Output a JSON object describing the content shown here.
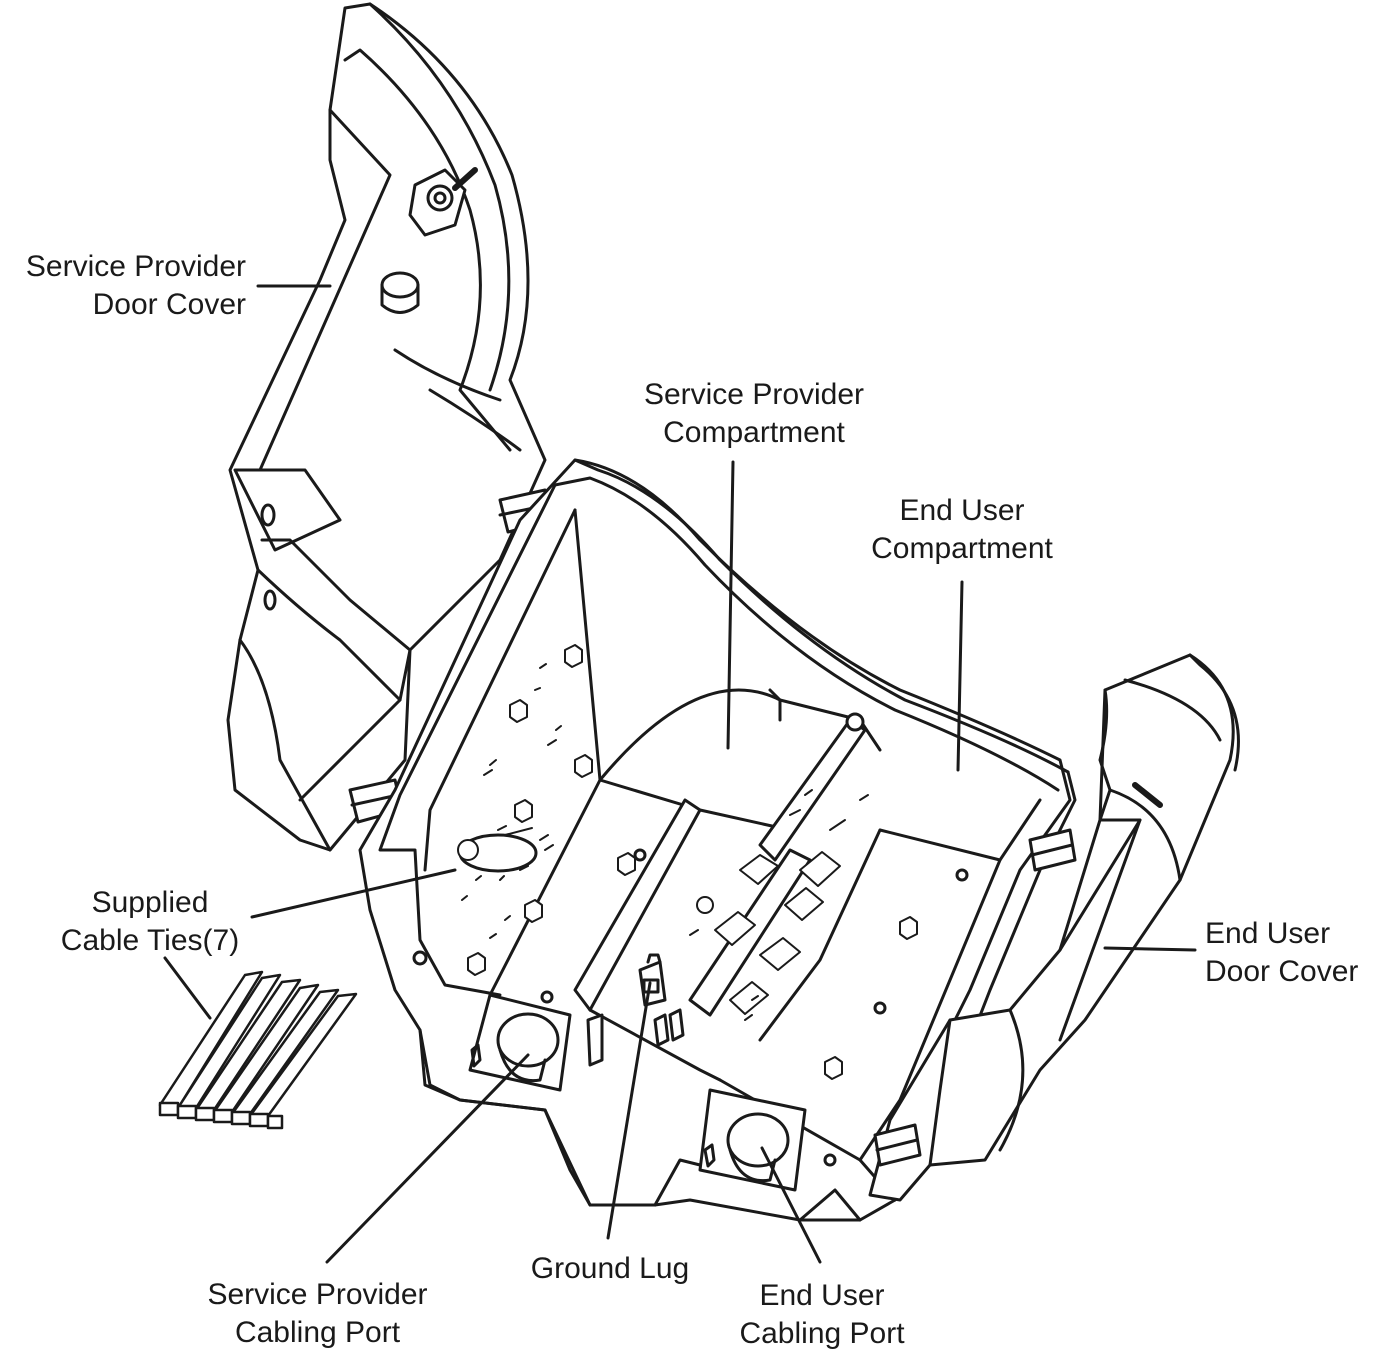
{
  "labels": {
    "sp_door_cover": [
      "Service Provider",
      "Door Cover"
    ],
    "sp_compartment": [
      "Service Provider",
      "Compartment"
    ],
    "eu_compartment": [
      "End User",
      "Compartment"
    ],
    "cable_ties": [
      "Supplied",
      "Cable Ties(7)"
    ],
    "eu_door_cover": [
      "End User",
      "Door Cover"
    ],
    "sp_cabling_port": [
      "Service Provider",
      "Cabling Port"
    ],
    "ground_lug": "Ground Lug",
    "eu_cabling_port": [
      "End User",
      "Cabling Port"
    ]
  },
  "colors": {
    "line": "#1a1a1a",
    "fill": "#ffffff",
    "shade": "#e6e6e6"
  }
}
